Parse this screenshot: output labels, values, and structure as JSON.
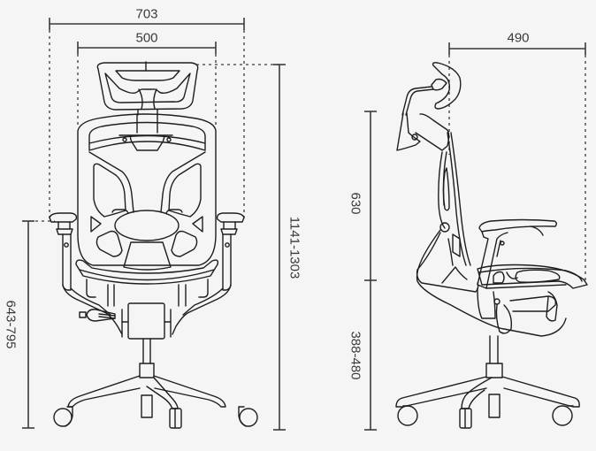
{
  "diagram": {
    "subject": "Office chair dimension drawing",
    "views": [
      "front-view",
      "side-view"
    ],
    "colors": {
      "background": "#f5f5f5",
      "line": "#1e1e1e",
      "dimension_line": "#3d3a38",
      "text": "#3d3a38"
    },
    "front_view": {
      "dimensions": {
        "overall_width": "703",
        "back_width": "500",
        "overall_height": "1141-1303",
        "armrest_height": "643-795"
      }
    },
    "side_view": {
      "dimensions": {
        "depth": "490",
        "back_height": "630",
        "seat_height": "388-480"
      }
    }
  }
}
